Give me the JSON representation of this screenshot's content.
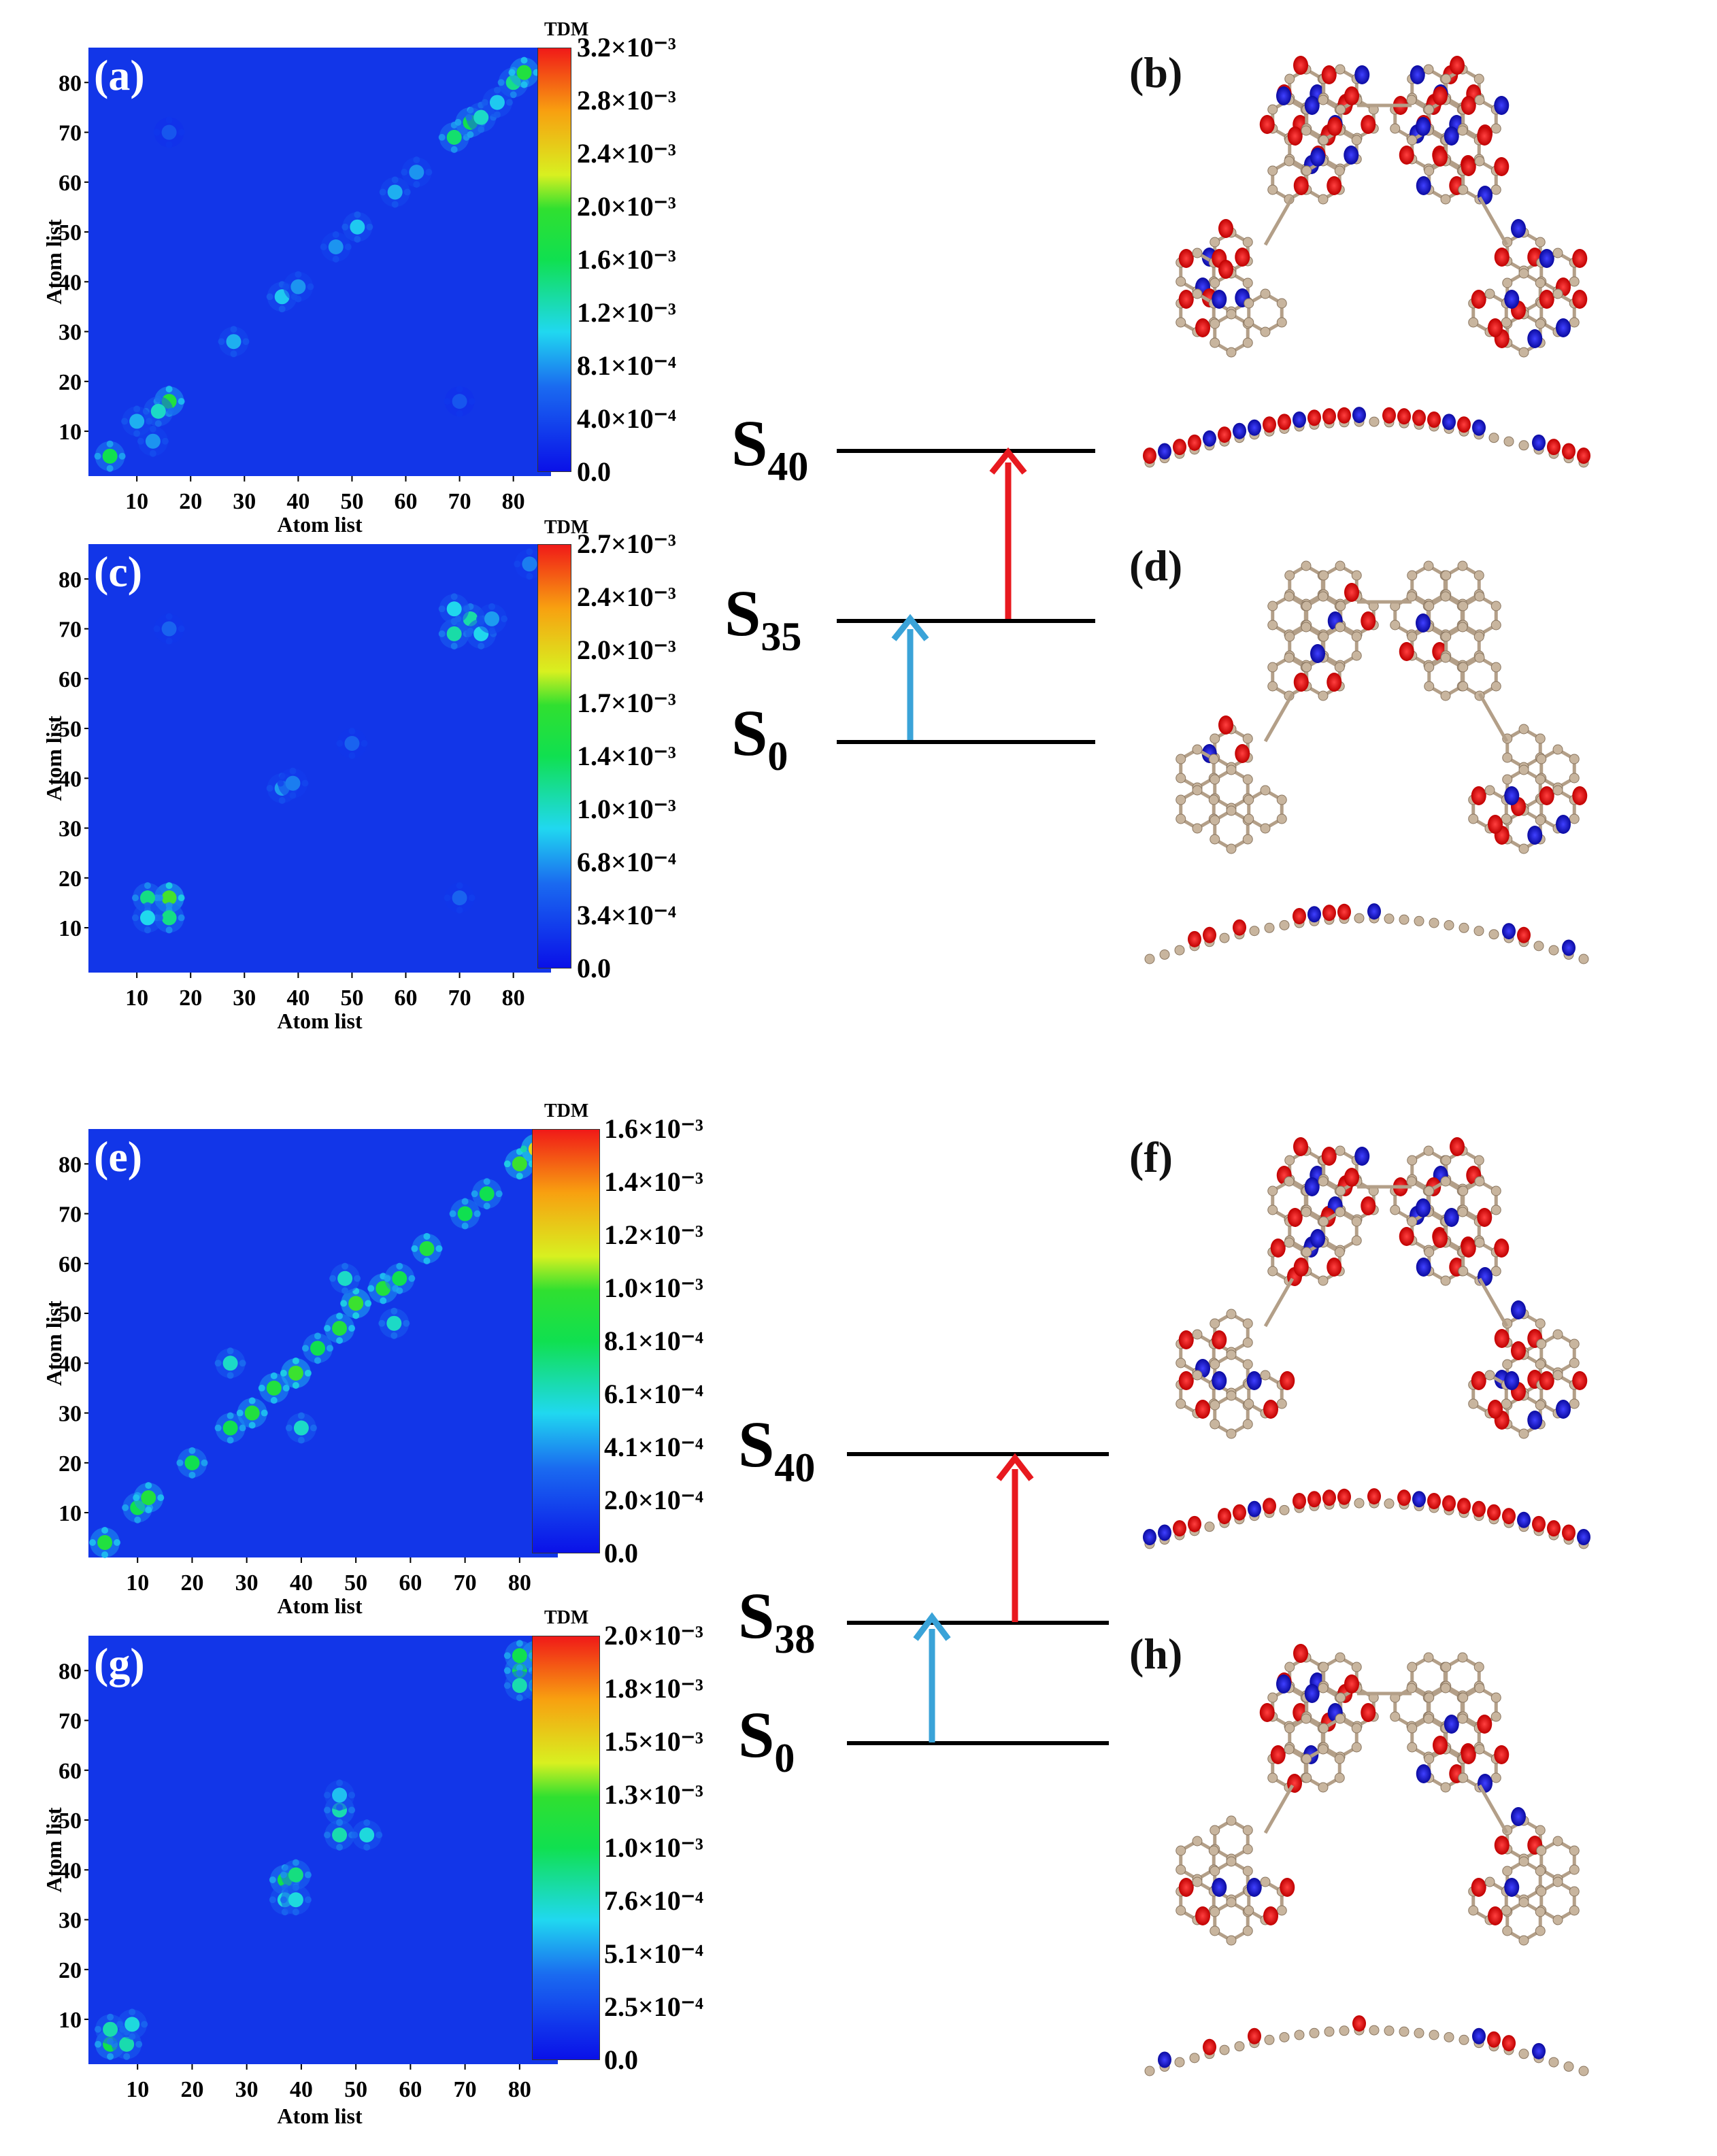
{
  "panels": [
    {
      "id": "a",
      "label": "(a)",
      "cbar_title": "TDM",
      "cbar_ticks": [
        "3.2×10⁻³",
        "2.8×10⁻³",
        "2.4×10⁻³",
        "2.0×10⁻³",
        "1.6×10⁻³",
        "1.2×10⁻³",
        "8.1×10⁻⁴",
        "4.0×10⁻⁴",
        "0.0"
      ],
      "xlabel": "Atom list",
      "ylabel": "Atom list"
    },
    {
      "id": "c",
      "label": "(c)",
      "cbar_title": "TDM",
      "cbar_ticks": [
        "2.7×10⁻³",
        "2.4×10⁻³",
        "2.0×10⁻³",
        "1.7×10⁻³",
        "1.4×10⁻³",
        "1.0×10⁻³",
        "6.8×10⁻⁴",
        "3.4×10⁻⁴",
        "0.0"
      ],
      "xlabel": "Atom list",
      "ylabel": "Atom list"
    },
    {
      "id": "e",
      "label": "(e)",
      "cbar_title": "TDM",
      "cbar_ticks": [
        "1.6×10⁻³",
        "1.4×10⁻³",
        "1.2×10⁻³",
        "1.0×10⁻³",
        "8.1×10⁻⁴",
        "6.1×10⁻⁴",
        "4.1×10⁻⁴",
        "2.0×10⁻⁴",
        "0.0"
      ],
      "xlabel": "Atom list",
      "ylabel": "Atom list"
    },
    {
      "id": "g",
      "label": "(g)",
      "cbar_title": "TDM",
      "cbar_ticks": [
        "2.0×10⁻³",
        "1.8×10⁻³",
        "1.5×10⁻³",
        "1.3×10⁻³",
        "1.0×10⁻³",
        "7.6×10⁻⁴",
        "5.1×10⁻⁴",
        "2.5×10⁻⁴",
        "0.0"
      ],
      "xlabel": "Atom list",
      "ylabel": "Atom list"
    }
  ],
  "molecule_labels": {
    "b": "(b)",
    "d": "(d)",
    "f": "(f)",
    "h": "(h)"
  },
  "energy_top": {
    "upper": {
      "main": "S",
      "sub": "40"
    },
    "middle": {
      "main": "S",
      "sub": "35"
    },
    "lower": {
      "main": "S",
      "sub": "0"
    }
  },
  "energy_bottom": {
    "upper": {
      "main": "S",
      "sub": "40"
    },
    "middle": {
      "main": "S",
      "sub": "38"
    },
    "lower": {
      "main": "S",
      "sub": "0"
    }
  },
  "colors": {
    "heat_bg": "#1236e8",
    "arrow_up_red": "#e8191f",
    "arrow_up_blue": "#3aa3d8",
    "orbital_red": "#e01010",
    "orbital_blue": "#1a1ad0",
    "atom_c": "#c8b59e"
  },
  "chart_data": [
    {
      "type": "heatmap",
      "panel": "a",
      "xlabel": "Atom list",
      "ylabel": "Atom list",
      "xticks": [
        10,
        20,
        30,
        40,
        50,
        60,
        70,
        80
      ],
      "yticks": [
        10,
        20,
        30,
        40,
        50,
        60,
        70,
        80
      ],
      "xlim": [
        1,
        87
      ],
      "ylim": [
        1,
        87
      ],
      "zlim": [
        0.0,
        0.0032
      ],
      "colorbar_title": "TDM",
      "hotspots": [
        [
          5,
          5,
          0.0016
        ],
        [
          16,
          16,
          0.0018
        ],
        [
          14,
          14,
          0.0012
        ],
        [
          10,
          12,
          0.0009
        ],
        [
          13,
          8,
          0.0008
        ],
        [
          28,
          28,
          0.0009
        ],
        [
          37,
          37,
          0.001
        ],
        [
          40,
          39,
          0.0008
        ],
        [
          47,
          47,
          0.0008
        ],
        [
          51,
          51,
          0.001
        ],
        [
          58,
          58,
          0.0009
        ],
        [
          62,
          62,
          0.0008
        ],
        [
          69,
          69,
          0.0015
        ],
        [
          72,
          72,
          0.0016
        ],
        [
          74,
          73,
          0.0012
        ],
        [
          80,
          80,
          0.0014
        ],
        [
          82,
          82,
          0.0018
        ],
        [
          77,
          76,
          0.001
        ],
        [
          16,
          70,
          0.0005
        ],
        [
          70,
          16,
          0.0005
        ]
      ]
    },
    {
      "type": "heatmap",
      "panel": "c",
      "xlabel": "Atom list",
      "ylabel": "Atom list",
      "xticks": [
        10,
        20,
        30,
        40,
        50,
        60,
        70,
        80
      ],
      "yticks": [
        10,
        20,
        30,
        40,
        50,
        60,
        70,
        80
      ],
      "xlim": [
        1,
        87
      ],
      "ylim": [
        1,
        87
      ],
      "zlim": [
        0.0,
        0.0027
      ],
      "colorbar_title": "TDM",
      "hotspots": [
        [
          16,
          16,
          0.0017
        ],
        [
          12,
          16,
          0.0012
        ],
        [
          16,
          12,
          0.0012
        ],
        [
          12,
          12,
          0.0009
        ],
        [
          37,
          38,
          0.0007
        ],
        [
          39,
          39,
          0.0006
        ],
        [
          69,
          69,
          0.0011
        ],
        [
          72,
          72,
          0.0011
        ],
        [
          69,
          74,
          0.0009
        ],
        [
          74,
          69,
          0.0009
        ],
        [
          76,
          72,
          0.0007
        ],
        [
          83,
          83,
          0.0006
        ],
        [
          50,
          47,
          0.0005
        ],
        [
          16,
          70,
          0.0005
        ],
        [
          70,
          16,
          0.0005
        ]
      ]
    },
    {
      "type": "heatmap",
      "panel": "e",
      "xlabel": "Atom list",
      "ylabel": "Atom list",
      "xticks": [
        10,
        20,
        30,
        40,
        50,
        60,
        70,
        80
      ],
      "yticks": [
        10,
        20,
        30,
        40,
        50,
        60,
        70,
        80
      ],
      "xlim": [
        1,
        87
      ],
      "ylim": [
        1,
        87
      ],
      "zlim": [
        0.0,
        0.0016
      ],
      "colorbar_title": "TDM",
      "hotspots": [
        [
          4,
          4,
          0.0009
        ],
        [
          10,
          11,
          0.0008
        ],
        [
          12,
          13,
          0.0009
        ],
        [
          20,
          20,
          0.0008
        ],
        [
          27,
          27,
          0.0008
        ],
        [
          31,
          30,
          0.0009
        ],
        [
          35,
          35,
          0.0009
        ],
        [
          39,
          38,
          0.001
        ],
        [
          43,
          43,
          0.0008
        ],
        [
          47,
          47,
          0.0009
        ],
        [
          50,
          52,
          0.001
        ],
        [
          55,
          55,
          0.0009
        ],
        [
          58,
          57,
          0.0008
        ],
        [
          63,
          63,
          0.0009
        ],
        [
          70,
          70,
          0.0008
        ],
        [
          74,
          74,
          0.0008
        ],
        [
          80,
          80,
          0.001
        ],
        [
          83,
          83,
          0.0012
        ],
        [
          27,
          40,
          0.0006
        ],
        [
          40,
          27,
          0.0006
        ],
        [
          48,
          57,
          0.0006
        ],
        [
          57,
          48,
          0.0006
        ]
      ]
    },
    {
      "type": "heatmap",
      "panel": "g",
      "xlabel": "Atom list",
      "ylabel": "Atom list",
      "xticks": [
        10,
        20,
        30,
        40,
        50,
        60,
        70,
        80
      ],
      "yticks": [
        10,
        20,
        30,
        40,
        50,
        60,
        70,
        80
      ],
      "xlim": [
        1,
        87
      ],
      "ylim": [
        1,
        87
      ],
      "zlim": [
        0.0,
        0.002
      ],
      "colorbar_title": "TDM",
      "hotspots": [
        [
          5,
          5,
          0.001
        ],
        [
          8,
          5,
          0.0008
        ],
        [
          5,
          8,
          0.0008
        ],
        [
          9,
          9,
          0.0007
        ],
        [
          37,
          38,
          0.001
        ],
        [
          39,
          39,
          0.0009
        ],
        [
          37,
          34,
          0.0007
        ],
        [
          39,
          34,
          0.0007
        ],
        [
          47,
          47,
          0.0008
        ],
        [
          47,
          52,
          0.0008
        ],
        [
          52,
          47,
          0.0007
        ],
        [
          47,
          55,
          0.0006
        ],
        [
          80,
          80,
          0.001
        ],
        [
          83,
          83,
          0.0012
        ],
        [
          80,
          83,
          0.001
        ],
        [
          83,
          77,
          0.0008
        ],
        [
          80,
          77,
          0.0008
        ]
      ]
    }
  ]
}
